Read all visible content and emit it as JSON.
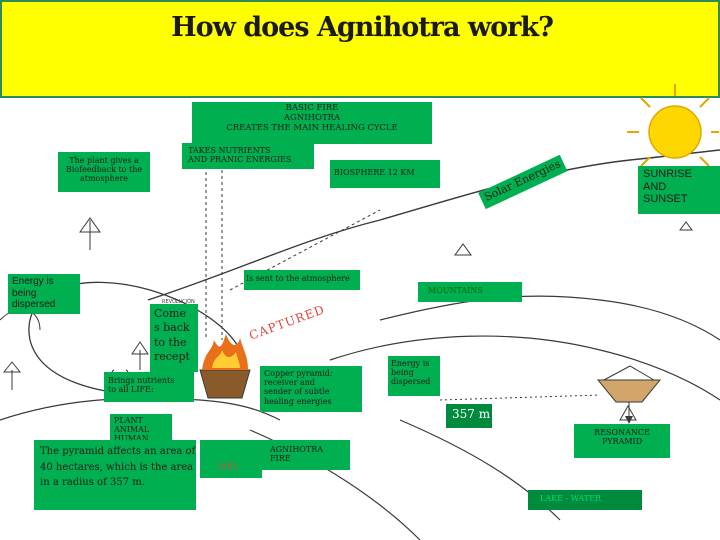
{
  "title": "How does Agnihotra work?",
  "labels": {
    "basic_fire": "BASIC FIRE\nAGNIHOTRA\nCREATES THE MAIN HEALING CYCLE",
    "takes_nutrients": "TAKES NUTRIENTS\nAND PRANIC ENERGIES",
    "plant_feedback": "The plant gives a\nBiofeedback to the\natmosphere",
    "biosphere": "BIOSPHERE 12 KM",
    "solar_energies": "Solar Energies",
    "sunrise_sunset": "SUNRISE\nAND\nSUNSET",
    "energy_dispersed_left": "Energy is\nbeing\ndispersed",
    "sent_to_atmosphere": "Is sent to the atmosphere",
    "mountains": "MOUNTAINS",
    "comes_back": "Come\ns back\nto the\nrecept",
    "captured": "CAPTURED",
    "brings_nutrients": "Brings nutrients\nto all LIFE:",
    "copper_pyramid": "Copper pyramid:\nreceiver and\nsender of subtle\nhealing energies",
    "energy_dispersed_right": "Energy is\nbeing\ndispersed",
    "distance": "357 m",
    "plant_animal_human": "PLANT\nANIMAL\nHUMAN",
    "pyramid_area": "The pyramid affects an area of\n40 hectares, which is the area\nin a radius of  357 m.",
    "soil": "SOIL",
    "agnihotra_fire": "AGNIHOTRA\nFIRE",
    "resonance_pyramid": "RESONANCE\nPYRAMID",
    "lake_water": "LAKE - WATER",
    "revolucion": "REVOLUCIÓN"
  },
  "colors": {
    "title_bg": "#ffff00",
    "title_border": "#2e8b57",
    "box_green": "#00b050",
    "box_dark_green": "#008a3e",
    "sun": "#ffd700",
    "fire": "#e8701a",
    "red_text": "#e0453a",
    "line": "#3a3a3a"
  }
}
